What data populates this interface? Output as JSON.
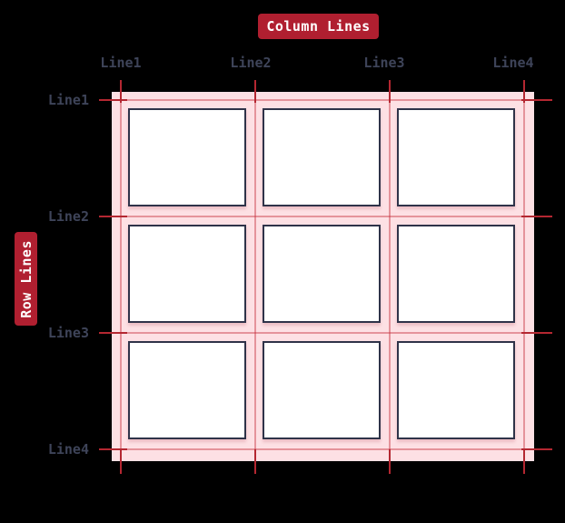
{
  "diagram": {
    "badges": {
      "column": "Column Lines",
      "row": "Row Lines"
    },
    "column_line_labels": [
      "Line1",
      "Line2",
      "Line3",
      "Line4"
    ],
    "row_line_labels": [
      "Line1",
      "Line2",
      "Line3",
      "Line4"
    ],
    "grid": {
      "columns": 3,
      "rows": 3,
      "cell_count": 9
    },
    "colors": {
      "background": "#000000",
      "badge": "#b01f30",
      "badge_text": "#ffffff",
      "tick": "#b42731",
      "grid_background": "#fde0e4",
      "grid_line": "rgba(195,40,55,0.42)",
      "cell_background": "#ffffff",
      "cell_border": "#2f3349",
      "label_text": "#3e4459"
    }
  }
}
